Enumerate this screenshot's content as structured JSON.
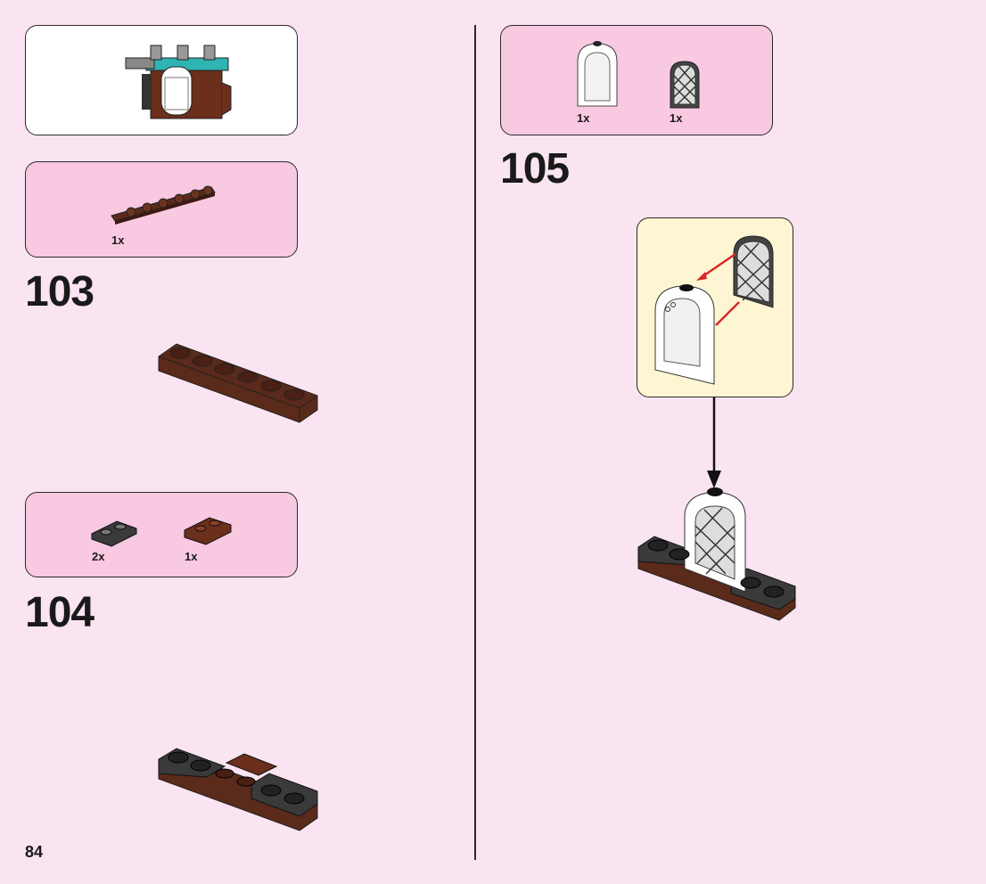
{
  "page_number": "84",
  "steps": [
    {
      "number": "103",
      "parts": [
        {
          "qty": "1x",
          "part": "brown-plate-1x6"
        }
      ]
    },
    {
      "number": "104",
      "parts": [
        {
          "qty": "2x",
          "part": "dark-gray-plate-1x2"
        },
        {
          "qty": "1x",
          "part": "brown-plate-1x2-rail"
        }
      ]
    },
    {
      "number": "105",
      "parts": [
        {
          "qty": "1x",
          "part": "white-window-frame-arched"
        },
        {
          "qty": "1x",
          "part": "dark-gray-lattice-window-pane"
        }
      ]
    }
  ],
  "colors": {
    "page_bg": "#fae4f1",
    "parts_box": "#f8c9e1",
    "subassembly_box": "#ffffff",
    "callout_box": "#fef6d2",
    "brown": "#5a2a1a",
    "dark_gray": "#3a3a3a",
    "arrow_red": "#d62828"
  }
}
